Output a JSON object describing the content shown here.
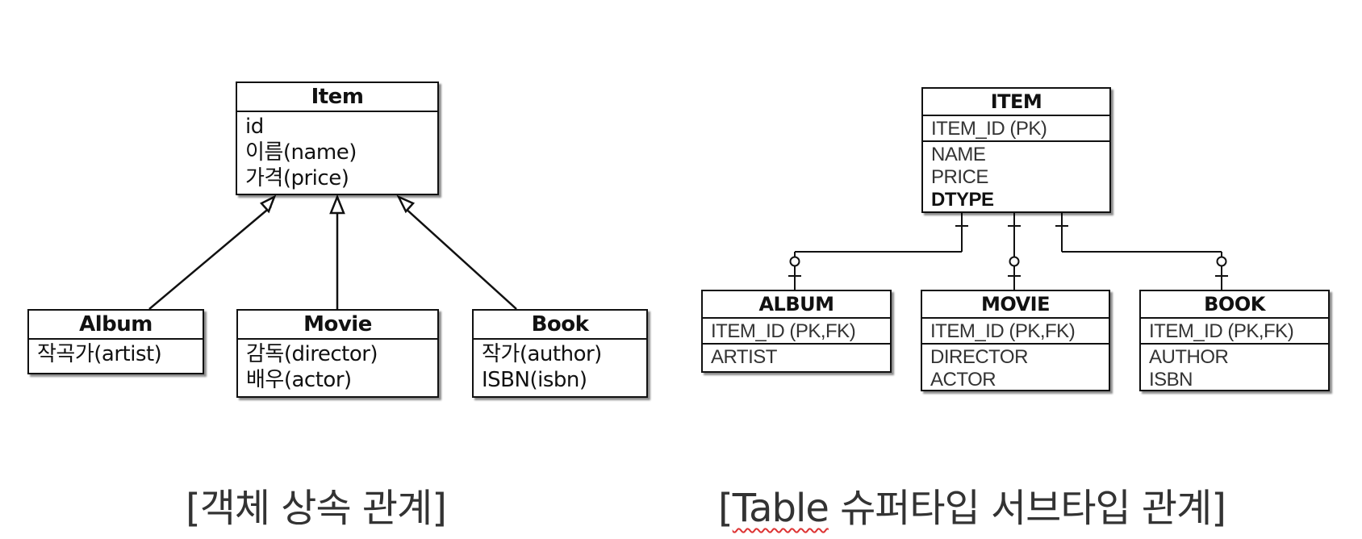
{
  "class_diagram": {
    "item": {
      "title": "Item",
      "fields": [
        "id",
        "이름(name)",
        "가격(price)"
      ]
    },
    "album": {
      "title": "Album",
      "fields": [
        "작곡가(artist)"
      ]
    },
    "movie": {
      "title": "Movie",
      "fields": [
        "감독(director)",
        "배우(actor)"
      ]
    },
    "book": {
      "title": "Book",
      "fields": [
        "작가(author)",
        "ISBN(isbn)"
      ]
    },
    "caption": "[객체 상속 관계]"
  },
  "table_diagram": {
    "item": {
      "title": "ITEM",
      "pk": [
        "ITEM_ID (PK)"
      ],
      "columns": [
        "NAME",
        "PRICE",
        "DTYPE"
      ]
    },
    "album": {
      "title": "ALBUM",
      "pk": [
        "ITEM_ID (PK,FK)"
      ],
      "columns": [
        "ARTIST"
      ]
    },
    "movie": {
      "title": "MOVIE",
      "pk": [
        "ITEM_ID (PK,FK)"
      ],
      "columns": [
        "DIRECTOR",
        "ACTOR"
      ]
    },
    "book": {
      "title": "BOOK",
      "pk": [
        "ITEM_ID (PK,FK)"
      ],
      "columns": [
        "AUTHOR",
        "ISBN"
      ]
    },
    "caption_prefix": "[",
    "caption_word": "Table",
    "caption_rest": " 슈퍼타입 서브타입 관계]"
  }
}
